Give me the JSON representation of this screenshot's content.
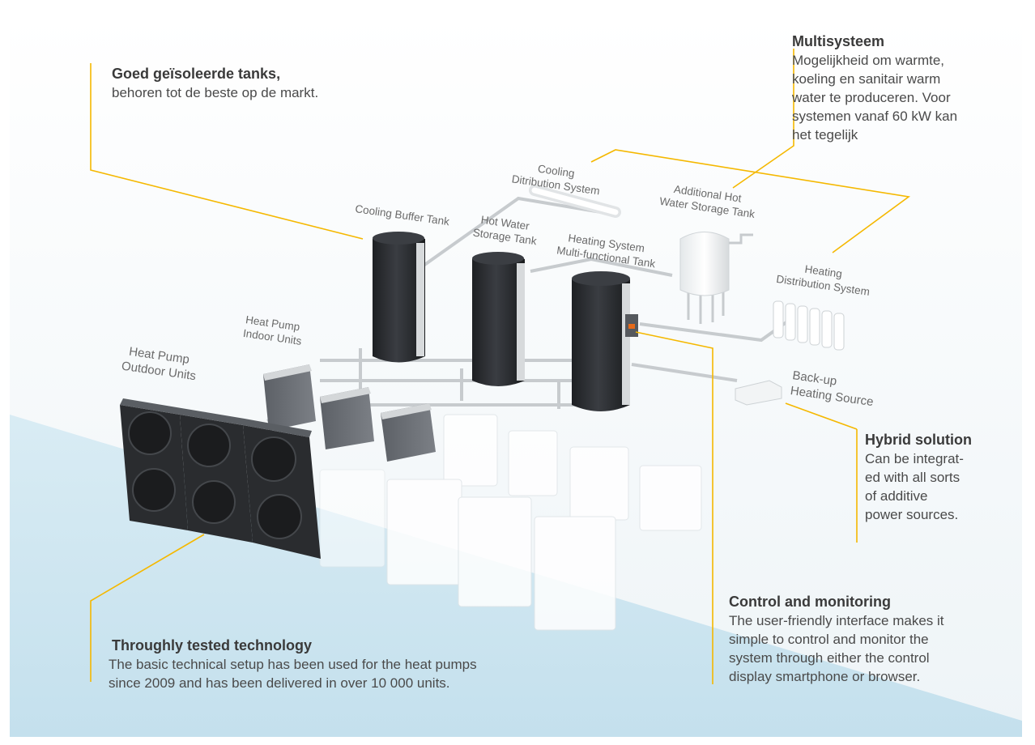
{
  "callouts": {
    "tanks": {
      "heading": "Goed geïsoleerde tanks,",
      "body": "behoren tot de beste op de markt."
    },
    "multi": {
      "heading": "Multisysteem",
      "lines": [
        "Mogelijkheid om warmte,",
        "koeling en sanitair warm",
        "water te produceren. Voor",
        "systemen vanaf 60 kW kan",
        "het tegelijk"
      ]
    },
    "hybrid": {
      "heading": "Hybrid solution",
      "lines": [
        "Can be integrat-",
        "ed with all sorts",
        "of additive",
        "power sources."
      ]
    },
    "control": {
      "heading": "Control and monitoring",
      "lines": [
        "The user-friendly interface makes it",
        "simple to control and monitor the",
        "system through either the control",
        "display smartphone or browser."
      ]
    },
    "tested": {
      "heading": "Throughly tested technology",
      "lines": [
        "The basic technical setup has been used for the heat pumps",
        "since 2009 and has been delivered in over 10 000 units."
      ]
    }
  },
  "labels": {
    "cooling_dist": [
      "Cooling",
      "Ditribution System"
    ],
    "additional_hot": [
      "Additional Hot",
      "Water Storage Tank"
    ],
    "cooling_buffer": "Cooling Buffer Tank",
    "hot_water": [
      "Hot Water",
      "Storage Tank"
    ],
    "heating_multi": [
      "Heating System",
      "Multi-functional Tank"
    ],
    "heating_dist": [
      "Heating",
      "Distribution System"
    ],
    "indoor": [
      "Heat Pump",
      "Indoor Units"
    ],
    "outdoor": [
      "Heat Pump",
      "Outdoor Units"
    ],
    "backup": [
      "Back-up",
      "Heating Source"
    ]
  },
  "colors": {
    "accent": "#f5b800",
    "floor": "#cfe6f1",
    "tank": "#2b2d30",
    "unit": "#6f7378"
  }
}
